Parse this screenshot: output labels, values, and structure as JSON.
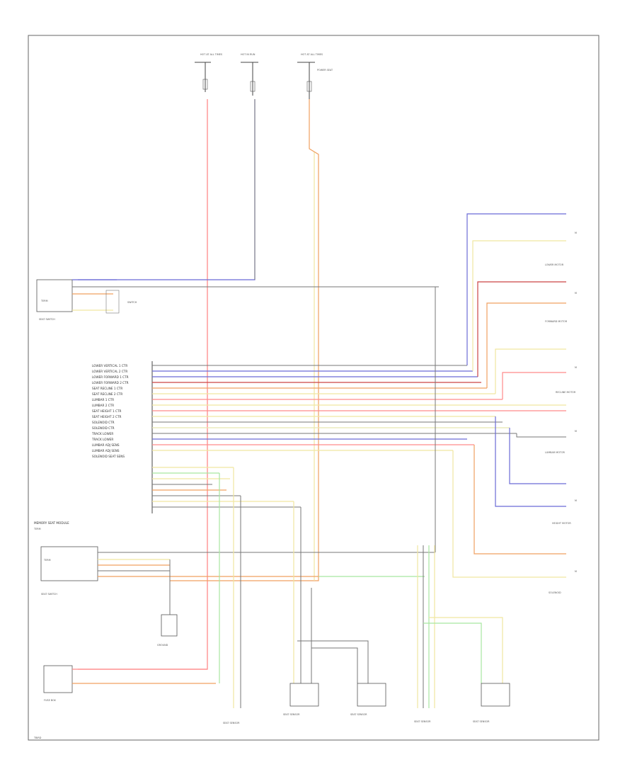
{
  "diagram": {
    "page_id": "TBIRD",
    "module_title": "MEMORY SEAT MODULE",
    "module_pins": [
      "LOWER VERTICAL 1 CTR",
      "LOWER VERTICAL 2 CTR",
      "LOWER FORWARD 1 CTR",
      "LOWER FORWARD 2 CTR",
      "SEAT RECLINE 1 CTR",
      "SEAT RECLINE 2 CTR",
      "LUMBAR 1 CTR",
      "LUMBAR 2 CTR",
      "SEAT HEIGHT 1 CTR",
      "SEAT HEIGHT 2 CTR",
      "SOLENOID CTR",
      "SOLENOID CTR",
      "TRACK LOWER",
      "TRACK LOWER",
      "LUMBAR ADJ SENS",
      "LUMBAR ADJ SENS",
      "SOLENOID SEAT SENS"
    ],
    "components": {
      "left_switch": "SEAT SWITCH",
      "lower_switch": "SEAT SWITCH",
      "ground": "GROUND",
      "fuse_box": "FUSE BOX",
      "sensor_1": "SEAT SENSOR",
      "sensor_2": "SEAT SENSOR",
      "sensor_3": "SEAT SENSOR",
      "sensor_4": "SEAT SENSOR",
      "sensor_5": "SEAT SENSOR",
      "motor_1": "LOWER MOTOR",
      "motor_2": "FORWARD MOTOR",
      "motor_3": "RECLINE MOTOR",
      "motor_4": "LUMBAR MOTOR",
      "motor_5": "HEIGHT MOTOR",
      "motor_6": "SOLENOID"
    },
    "fuses": [
      "HOT AT ALL TIMES",
      "HOT IN RUN",
      "HOT AT ALL TIMES"
    ],
    "colors": {
      "red": "#ff8a8a",
      "blue": "#6b6bd6",
      "yellow": "#f1e6a0",
      "orange": "#f0a060",
      "green": "#a8e6a0",
      "gray": "#777777",
      "frame": "#666666"
    }
  }
}
